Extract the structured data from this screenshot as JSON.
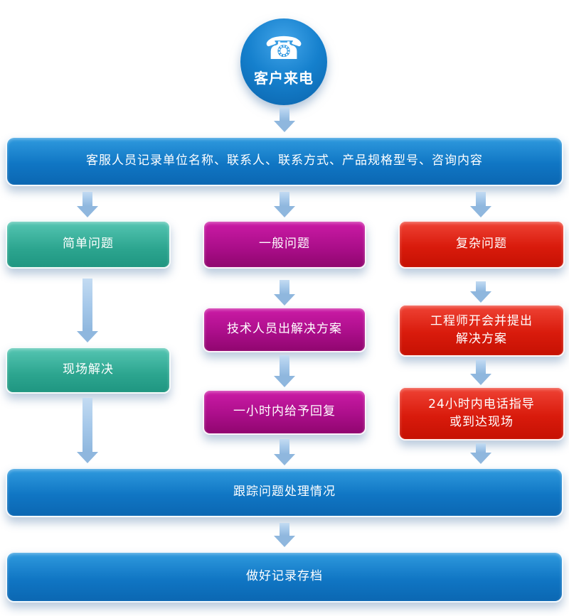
{
  "start": {
    "label": "客户来电",
    "icon_glyph": "☎"
  },
  "flow": {
    "record": "客服人员记录单位名称、联系人、联系方式、产品规格型号、咨询内容",
    "track": "跟踪问题处理情况",
    "archive": "做好记录存档"
  },
  "simple": {
    "level": "简单问题",
    "step1": "现场解决"
  },
  "general": {
    "level": "一般问题",
    "step1": "技术人员出解决方案",
    "step2": "一小时内给予回复"
  },
  "complex": {
    "level": "复杂问题",
    "step1": "工程师开会并提出\n解决方案",
    "step2": "24小时内电话指导\n或到达现场"
  },
  "colors": {
    "blue": "#0b67b2",
    "teal": "#23a089",
    "magenta": "#a50c84",
    "red": "#d01405",
    "arrow": "#9fc3e7"
  }
}
